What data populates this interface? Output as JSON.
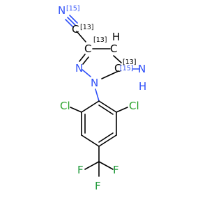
{
  "atoms": {
    "nitrile_n": "N",
    "nitrile_n_isotope": "[15]",
    "nitrile_c": "C",
    "nitrile_c_isotope": "[13]",
    "ring_c3": "C",
    "ring_c3_isotope": "[13]",
    "ring_c4": "C",
    "ring_c4_h": "H",
    "ring_c5": "C",
    "ring_c5_isotope": "[13]",
    "ring_n1": "N",
    "ring_n2": "N",
    "amino_n": "N",
    "amino_n_isotope": "[15]",
    "amino_h": "H",
    "chlorine_left": "Cl",
    "chlorine_right": "Cl",
    "fluorine_top": "F",
    "fluorine_left": "F",
    "fluorine_right": "F"
  },
  "colors": {
    "carbon": "#000000",
    "nitrogen": "#3050f8",
    "chlorine": "#2fa52f",
    "fluorine": "#1f9a3a"
  }
}
